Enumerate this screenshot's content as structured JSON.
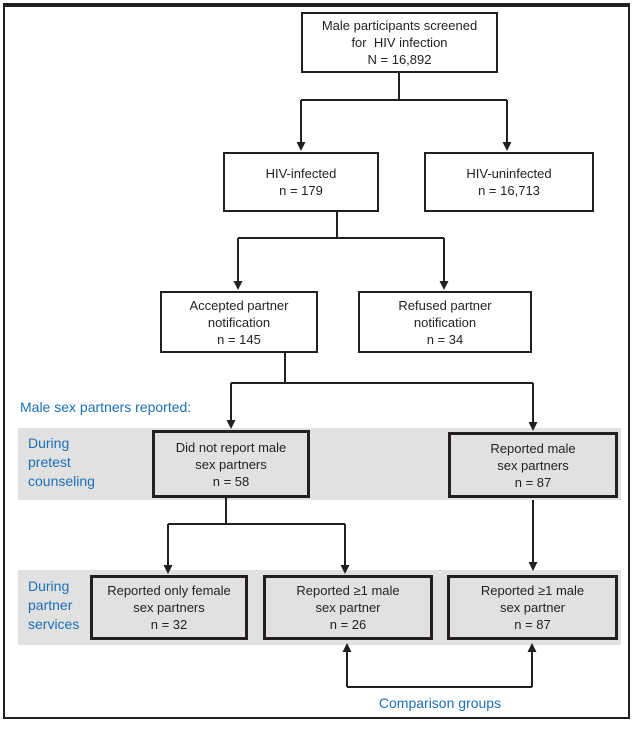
{
  "figure": {
    "boxes": {
      "screened": {
        "line1": "Male participants screened",
        "line2": "for  HIV infection",
        "line3": "N = 16,892"
      },
      "hiv_infected": {
        "line1": "HIV-infected",
        "line2": "n = 179"
      },
      "hiv_uninfected": {
        "line1": "HIV-uninfected",
        "line2": "n = 16,713"
      },
      "accepted": {
        "line1": "Accepted partner",
        "line2": "notification",
        "line3": "n = 145"
      },
      "refused": {
        "line1": "Refused partner",
        "line2": "notification",
        "line3": "n = 34"
      },
      "no_male_partners": {
        "line1": "Did not report male",
        "line2": "sex partners",
        "line3": "n = 58"
      },
      "male_partners": {
        "line1": "Reported male",
        "line2": "sex partners",
        "line3": "n = 87"
      },
      "female_only": {
        "line1": "Reported only female",
        "line2": "sex partners",
        "line3": "n = 32"
      },
      "ge1_male_26": {
        "line1": "Reported ≥1 male",
        "line2": "sex partner",
        "line3": "n = 26"
      },
      "ge1_male_87": {
        "line1": "Reported ≥1 male",
        "line2": "sex partner",
        "line3": "n = 87"
      }
    },
    "labels": {
      "male_partners_reported": "Male sex partners reported:",
      "pretest_line1": "During",
      "pretest_line2": "pretest",
      "pretest_line3": "counseling",
      "services_line1": "During",
      "services_line2": "partner",
      "services_line3": "services",
      "comparison": "Comparison groups"
    },
    "colors": {
      "accent_blue": "#1c6fb7",
      "band_gray": "#e1e1e1",
      "line_black": "#231f20"
    }
  }
}
